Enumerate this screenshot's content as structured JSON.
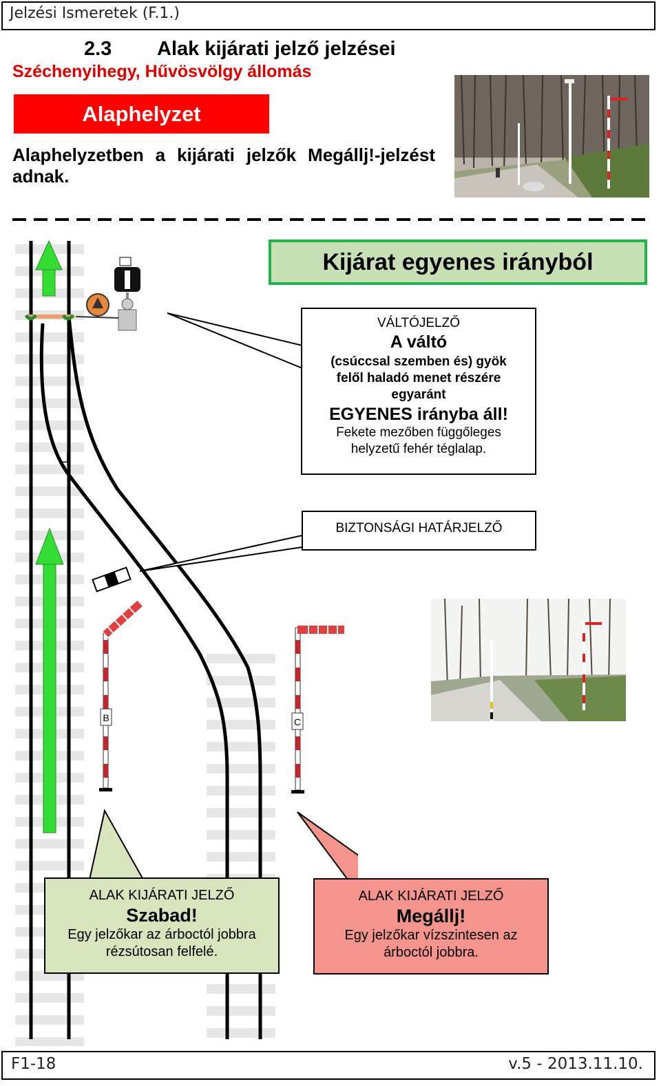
{
  "header": {
    "title": "Jelzési Ismeretek (F.1.)"
  },
  "section": {
    "number": "2.3",
    "title": "Alak kijárati jelző jelzései"
  },
  "station": "Széchenyihegy, Hűvösvölgy állomás",
  "banner": "Alaphelyzet",
  "intro": "Alaphelyzetben a kijárati jelzők Megállj!-jelzést adnak.",
  "diagram": {
    "title": "Kijárat egyenes irányból",
    "signal_b_label": "B",
    "signal_c_label": "C",
    "switch_indicator": {
      "heading": "VÁLTÓJELZŐ",
      "name": "A váltó",
      "desc": "(csúccsal szemben és) gyök felől haladó menet részére egyaránt",
      "state": "EGYENES irányba áll!",
      "note": "Fekete mezőben függőleges helyzetű fehér téglalap."
    },
    "clearance_marker": {
      "heading": "BIZTONSÁGI HATÁRJELZŐ"
    },
    "exit_signal_clear": {
      "heading": "ALAK KIJÁRATI JELZŐ",
      "state": "Szabad!",
      "desc": "Egy jelzőkar az árboctól jobbra rézsútosan felfelé."
    },
    "exit_signal_stop": {
      "heading": "ALAK KIJÁRATI JELZŐ",
      "state": "Megállj!",
      "desc": "Egy jelzőkar vízszintesen az árboctól jobbra."
    }
  },
  "colors": {
    "red": "#ff0000",
    "green_fill": "#c6e0b4",
    "green_border": "#22b14c",
    "arrow": "#33dd33",
    "pink": "#f4948c",
    "olive": "#d8e4bc"
  },
  "footer": {
    "page": "F1-18",
    "version": "v.5 - 2013.11.10."
  }
}
